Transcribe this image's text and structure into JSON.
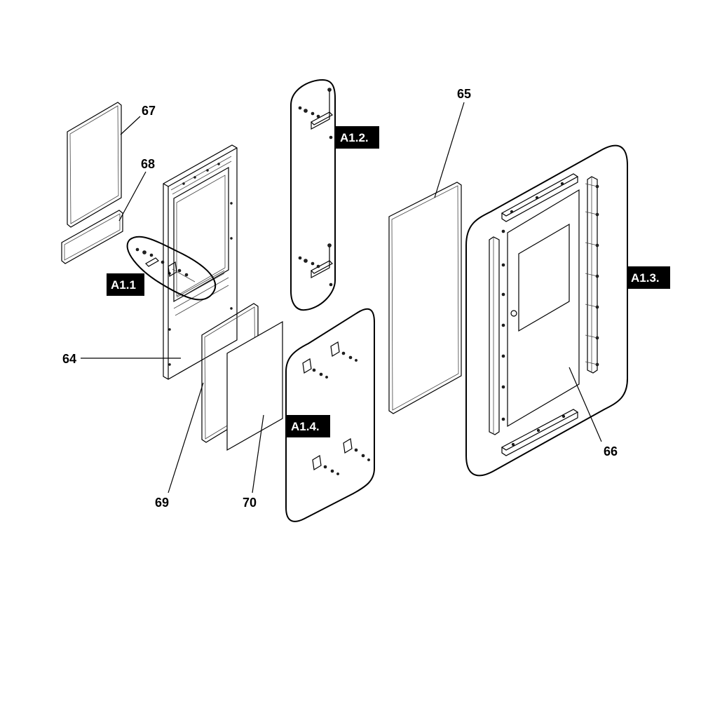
{
  "callouts": {
    "c64": "64",
    "c65": "65",
    "c66": "66",
    "c67": "67",
    "c68": "68",
    "c69": "69",
    "c70": "70"
  },
  "groups": {
    "g_a11": "A1.1",
    "g_a12": "A1.2.",
    "g_a13": "A1.3.",
    "g_a14": "A1.4."
  },
  "colors": {
    "line": "#000000",
    "label_box_fill": "#000000",
    "label_box_text": "#ffffff",
    "background": "#ffffff"
  }
}
